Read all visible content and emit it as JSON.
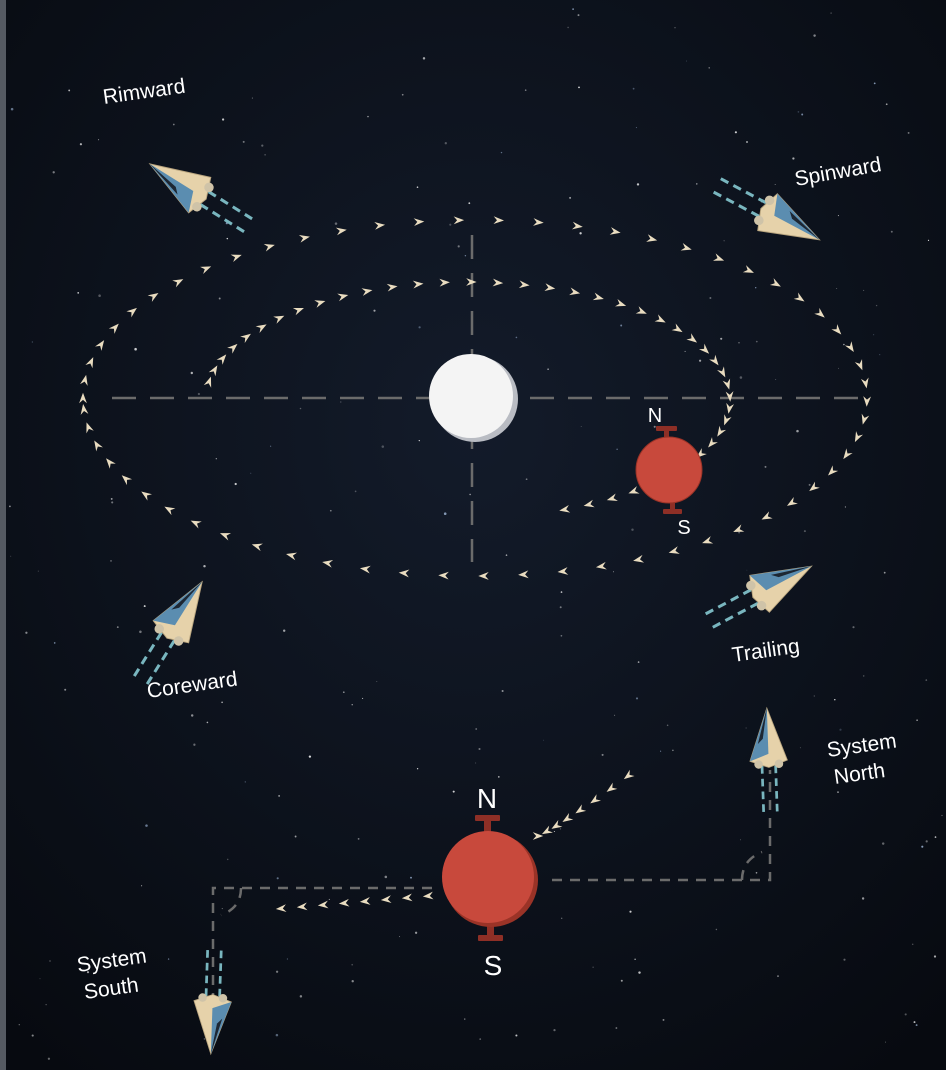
{
  "labels": {
    "rimward": "Rimward",
    "spinward": "Spinward",
    "coreward": "Coreward",
    "trailing": "Trailing",
    "system_north_1": "System",
    "system_north_2": "North",
    "system_south_1": "System",
    "system_south_2": "South"
  },
  "planet_small": {
    "north": "N",
    "south": "S"
  },
  "planet_large": {
    "north": "N",
    "south": "S"
  },
  "colors": {
    "background": "#0b0f17",
    "orbit_arrows": "#e9dcc0",
    "star": "#f2f2f2",
    "planet": "#c8493c",
    "pole_marker": "#8e2f26",
    "axis_dashes": "#6b6b6b",
    "ship_hull": "#e6d2aa",
    "ship_wing": "#5b8db0",
    "ship_trail": "#79b6bf"
  },
  "icons": [
    "star-icon",
    "planet-icon",
    "spaceship-icon",
    "orbit-arrow-icon"
  ]
}
